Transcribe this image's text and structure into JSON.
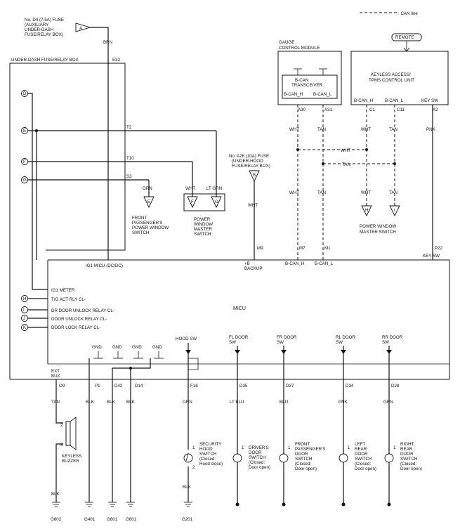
{
  "legend": {
    "can_line": ": CAN line"
  },
  "fuse_d4": {
    "lines": [
      "No. D4 (7.5A) FUSE",
      "(AUXILIARY",
      "UNDER-DASH",
      "FUSE/RELAY BOX)"
    ],
    "connector": "A",
    "wire": "BRN"
  },
  "underdash_box": {
    "label": "UNDER-DASH FUSE/RELAY BOX",
    "terminal": "E32"
  },
  "gauge": {
    "title": [
      "GAUGE",
      "CONTROL MODULE"
    ],
    "transceiver": [
      "B-CAN",
      "TRANSCEIVER"
    ],
    "can_h": "B-CAN_H",
    "can_l": "B-CAN_L",
    "pins": [
      "A30",
      "A31"
    ],
    "wires": [
      "WHT",
      "TAN"
    ]
  },
  "keyless": {
    "remote": "REMOTE",
    "title": [
      "KEYLESS ACCESS/",
      "TPMS CONTROL UNIT"
    ],
    "can_h": "B-CAN_H",
    "can_l": "B-CAN_L",
    "keysw": "KEY SW",
    "pins": [
      "C1",
      "C11",
      "A2"
    ],
    "wires": [
      "WHT",
      "TAN",
      "PNK"
    ]
  },
  "bus": {
    "wht": "WHT",
    "tan": "TAN"
  },
  "left_connectors": [
    "D",
    "E",
    "F",
    "G",
    "H",
    "I",
    "J",
    "K"
  ],
  "wire_labels": {
    "t2": "T2",
    "t10": "T10",
    "s3": "S3",
    "grn": "GRN",
    "wht": "WHT",
    "ltgrn": "LT GRN"
  },
  "fp_switch": {
    "conn": "E",
    "lines": [
      "FRONT",
      "PASSENGER'S",
      "POWER WINDOW",
      "SWITCH"
    ]
  },
  "pwm_switch": {
    "conns": [
      "F",
      "G"
    ],
    "lines": [
      "POWER",
      "WINDOW",
      "MASTER",
      "SWITCH"
    ]
  },
  "fuse_a26": {
    "lines": [
      "No. A26 (10A) FUSE",
      "(UNDER-HOOD",
      "FUSE/RELAY BOX)"
    ],
    "connector": "B",
    "wire": "WHT"
  },
  "can_right": {
    "conns": [
      "H",
      "I"
    ],
    "wires": [
      "WHT",
      "TAN"
    ],
    "lines": [
      "POWER WINDOW",
      "MASTER SWITCH"
    ],
    "left_wires": [
      "WHT",
      "TAN"
    ]
  },
  "micu": {
    "name": "MICU",
    "ig1": "IG1 MICU (DC/DC)",
    "backup": [
      "+B",
      "BACKUP"
    ],
    "pins_top": [
      "M9",
      "M7",
      "M1",
      "P22"
    ],
    "can_h": "B-CAN_H",
    "can_l": "B-CAN_L",
    "keysw": "KEY SW",
    "inputs": [
      "IG1 METER",
      "T/G ACT RLY CL-",
      "DR DOOR UNLOCK RELAY CL-",
      "DOOR UNLOCK RELAY CL-",
      "DOOR LOCK RELAY CL-"
    ],
    "bottom_labels": [
      "GND",
      "GND",
      "GND",
      "GND",
      "HOOD SW",
      "FL DOOR",
      "SW",
      "FR DOOR",
      "SW",
      "RL DOOR",
      "SW",
      "RR DOOR",
      "SW"
    ],
    "ext_buz": [
      "EXT",
      "BUZ"
    ]
  },
  "bottom_pins": [
    "O9",
    "P1",
    "D42",
    "D14",
    "F16",
    "D35",
    "D37",
    "D34",
    "D28"
  ],
  "bottom_wires": [
    "TAN",
    "BLK",
    "BLK",
    "BLK",
    "GRN",
    "LT BLU",
    "BLU",
    "PNK",
    "GRN"
  ],
  "buzzer": {
    "pins": [
      "2",
      "3"
    ],
    "lines": [
      "KEYLESS",
      "BUZZER"
    ],
    "wire": "BLK"
  },
  "grounds": [
    "G602",
    "G401",
    "G601",
    "G601",
    "G201"
  ],
  "hood_switch": {
    "pins": [
      "1",
      "2"
    ],
    "lines": [
      "SECURITY",
      "HOOD",
      "SWITCH",
      "(Closed:",
      "Hood close)"
    ],
    "wire": "BLK"
  },
  "door_switches": [
    {
      "pin": "1",
      "lines": [
        "DRIVER'S",
        "DOOR",
        "SWITCH",
        "(Closed:",
        "Door open)"
      ]
    },
    {
      "pin": "1",
      "lines": [
        "FRONT",
        "PASSENGER'S",
        "DOOR",
        "SWITCH",
        "(Closed:",
        "Door open)"
      ]
    },
    {
      "pin": "1",
      "lines": [
        "LEFT",
        "REAR",
        "DOOR",
        "SWITCH",
        "(Closed:",
        "Door open)"
      ]
    },
    {
      "pin": "1",
      "lines": [
        "RIGHT",
        "REAR",
        "DOOR",
        "SWITCH",
        "(Closed:",
        "Door open)"
      ]
    }
  ]
}
